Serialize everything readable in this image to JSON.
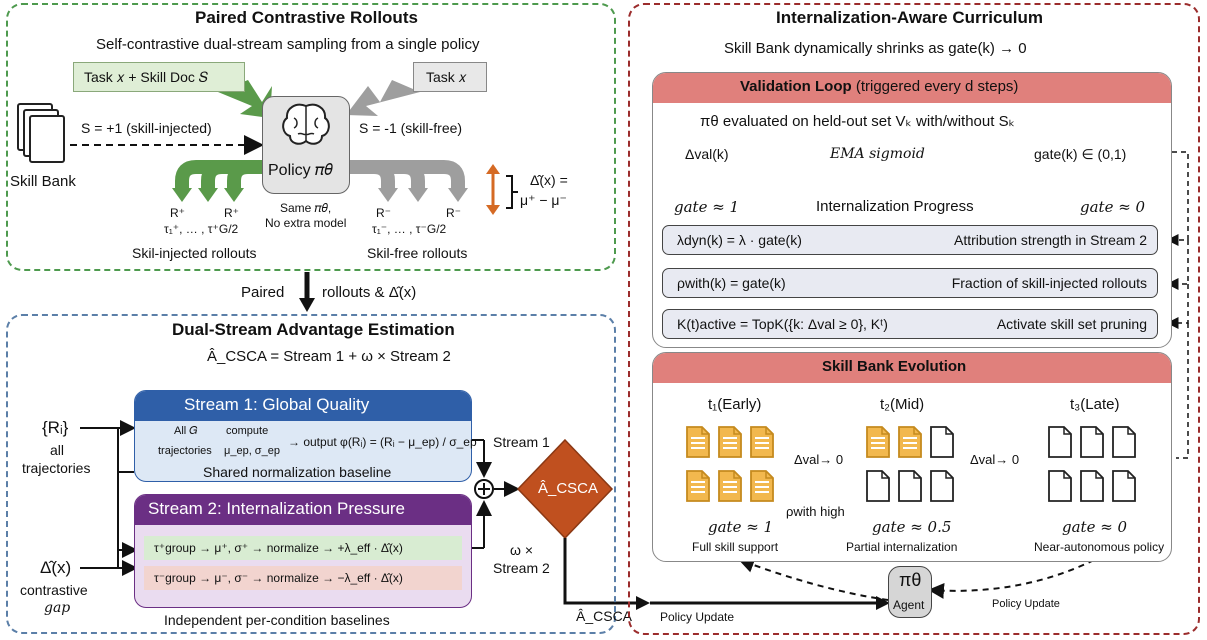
{
  "colors": {
    "green_panel": "#4e9a4e",
    "blue_panel": "#5b7fa8",
    "red_panel": "#9b2c2c",
    "green_arrow": "#5a9a4a",
    "gray_arrow": "#9e9e9e",
    "stream1": "#2f5fa8",
    "stream2": "#6b2f84",
    "acsca": "#c0501f",
    "validation_header": "#e0807c",
    "evolution_header": "#e0807c",
    "doc_yellow": "#f2b84e"
  },
  "left_top": {
    "title": "Paired Contrastive Rollouts",
    "subtitle": "Self-contrastive dual-stream sampling from a single policy",
    "task_skill": "Task 𝑥 + Skill Doc 𝑆",
    "task": "Task 𝑥",
    "skill_injected": "S = +1 (skill-injected)",
    "skill_free": "S = -1 (skill-free)",
    "skill_bank": "Skill Bank",
    "policy": "Policy 𝜋𝜃",
    "same_pi": "Same 𝜋𝜃,",
    "no_extra": "No extra model",
    "rplus": "R⁺",
    "tau_plus": "τ₁⁺, … , τ⁺G/2",
    "rminus": "R⁻",
    "tau_minus": "τ₁⁻, … , τ⁻G/2",
    "injected_rollouts": "Skil-injected rollouts",
    "free_rollouts": "Skil-free rollouts",
    "delta_def": "Δ̂(x) =",
    "delta_def2": "μ⁺ − μ⁻"
  },
  "paired_label": "Paired",
  "paired_label2": "rollouts & Δ̂(x)",
  "left_bottom": {
    "title": "Dual-Stream Advantage Estimation",
    "formula": "Â_CSCA = Stream 1 + ω × Stream 2",
    "ri": "{Rᵢ}",
    "all": "all",
    "trajectories": "trajectories",
    "delta": "Δ̂(x)",
    "contrastive": "contrastive",
    "gap": "gap",
    "stream1_title": "Stream 1: Global Quality",
    "s1_allg": "All 𝐺",
    "s1_traj": "trajectories",
    "s1_compute": "compute",
    "s1_mu": "μ_ep, σ_ep",
    "s1_output": "→ output φ(Rᵢ) = (Rᵢ − μ_ep) / σ_ep",
    "s1_caption": "Shared normalization baseline",
    "stream2_title": "Stream 2: Internalization Pressure",
    "s2_plus": "τ⁺group → μ⁺, σ⁺ → normalize → +λ_eff · Δ̂(x)",
    "s2_minus": "τ⁻group → μ⁻, σ⁻ → normalize → −λ_eff · Δ̂(x)",
    "s2_caption": "Independent per-condition baselines",
    "stream1_label": "Stream 1",
    "omega_label": "ω ×",
    "stream2_label": "Stream 2",
    "acsca": "Â_CSCA",
    "acsca_out": "Â_CSCA",
    "policy_update": "Policy Update"
  },
  "right": {
    "title": "Internalization-Aware Curriculum",
    "subtitle": "Skill Bank dynamically shrinks as gate(k) → 0",
    "validation_title": "Validation Loop",
    "validation_note": " (triggered every d steps)",
    "eval_line": "πθ evaluated on held-out set Vₖ with/without Sₖ",
    "dval": "Δval(k)",
    "ema": "EMA sigmoid",
    "gate_range": "gate(k) ∈ (0,1)",
    "gate_one": "gate ≈ 1",
    "progress": "Internalization Progress",
    "gate_zero": "gate ≈ 0",
    "row1_formula": "λdyn(k) = λ · gate(k)",
    "row1_desc": "Attribution strength in Stream 2",
    "row2_formula": "ρwith(k) = gate(k)",
    "row2_desc": "Fraction of skill-injected rollouts",
    "row3_formula": "K(t)active = TopK({k: Δval ≥ 0}, Kᵗ)",
    "row3_desc": "Activate skill set pruning",
    "evolution_title": "Skill Bank Evolution",
    "t1": "t₁(Early)",
    "t2": "t₂(Mid)",
    "t3": "t₃(Late)",
    "dval0_a": "Δval→ 0",
    "dval0_b": "Δval→ 0",
    "rho_high": "ρwith high",
    "g1": "gate ≈ 1",
    "g2": "gate ≈ 0.5",
    "g3": "gate ≈ 0",
    "c1": "Full skill support",
    "c2": "Partial internalization",
    "c3": "Near-autonomous policy",
    "agent_pi": "πθ",
    "agent": "Agent",
    "policy_update": "Policy Update"
  }
}
